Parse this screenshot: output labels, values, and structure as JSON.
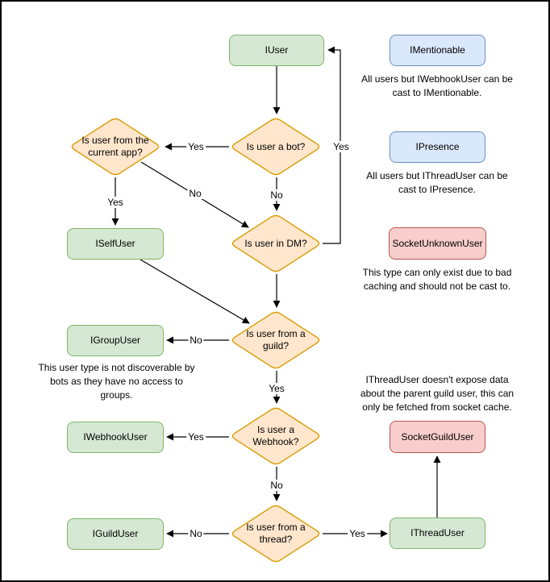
{
  "colors": {
    "background": "#ffffff",
    "canvas_border": "#000000",
    "edge": "#000000",
    "green_fill": "#d5e8d4",
    "green_stroke": "#82b366",
    "orange_fill": "#ffe6cc",
    "orange_stroke": "#d79b00",
    "blue_fill": "#dae8fc",
    "blue_stroke": "#6c8ebf",
    "red_fill": "#f8cecc",
    "red_stroke": "#b85450"
  },
  "nodes": {
    "iuser": {
      "label": "IUser"
    },
    "imentionable": {
      "label": "IMentionable"
    },
    "ipresence": {
      "label": "IPresence"
    },
    "socketunknownuser": {
      "label": "SocketUnknownUser"
    },
    "iselfuser": {
      "label": "ISelfUser"
    },
    "igroupuser": {
      "label": "IGroupUser"
    },
    "iwebhookuser": {
      "label": "IWebhookUser"
    },
    "iguilduser": {
      "label": "IGuildUser"
    },
    "socketguilduser": {
      "label": "SocketGuildUser"
    },
    "ithreaduser": {
      "label": "IThreadUser"
    }
  },
  "decisions": {
    "is_bot": {
      "label": "Is user a bot?"
    },
    "current_app": {
      "label": "Is user from the\ncurrent app?"
    },
    "in_dm": {
      "label": "Is user in DM?"
    },
    "from_guild": {
      "label": "Is user from a\nguild?"
    },
    "is_webhook": {
      "label": "Is user a\nWebhook?"
    },
    "from_thread": {
      "label": "Is user from a\nthread?"
    }
  },
  "edge_labels": {
    "bot_to_current_app": "Yes",
    "current_app_to_selfuser": "Yes",
    "current_app_to_dm": "No",
    "bot_to_dm": "No",
    "dm_to_iuser": "Yes",
    "guild_to_groupuser": "No",
    "guild_to_webhook": "Yes",
    "webhook_to_webhookuser": "Yes",
    "webhook_to_thread": "No",
    "thread_to_guilduser": "No",
    "thread_to_threaduser": "Yes"
  },
  "captions": {
    "imentionable_note": "All users but IWebhookUser can be\ncast to IMentionable.",
    "ipresence_note": "All users but IThreadUser can be\ncast to IPresence.",
    "socketunknownuser_note": "This type can only exist due to bad\ncaching and should not be cast to.",
    "igroupuser_note": "This user type is not discoverable by\nbots as they have no access to\ngroups.",
    "ithreaduser_note": "IThreadUser doesn't expose data\nabout the parent guild user, this can\nonly be fetched from socket cache."
  }
}
